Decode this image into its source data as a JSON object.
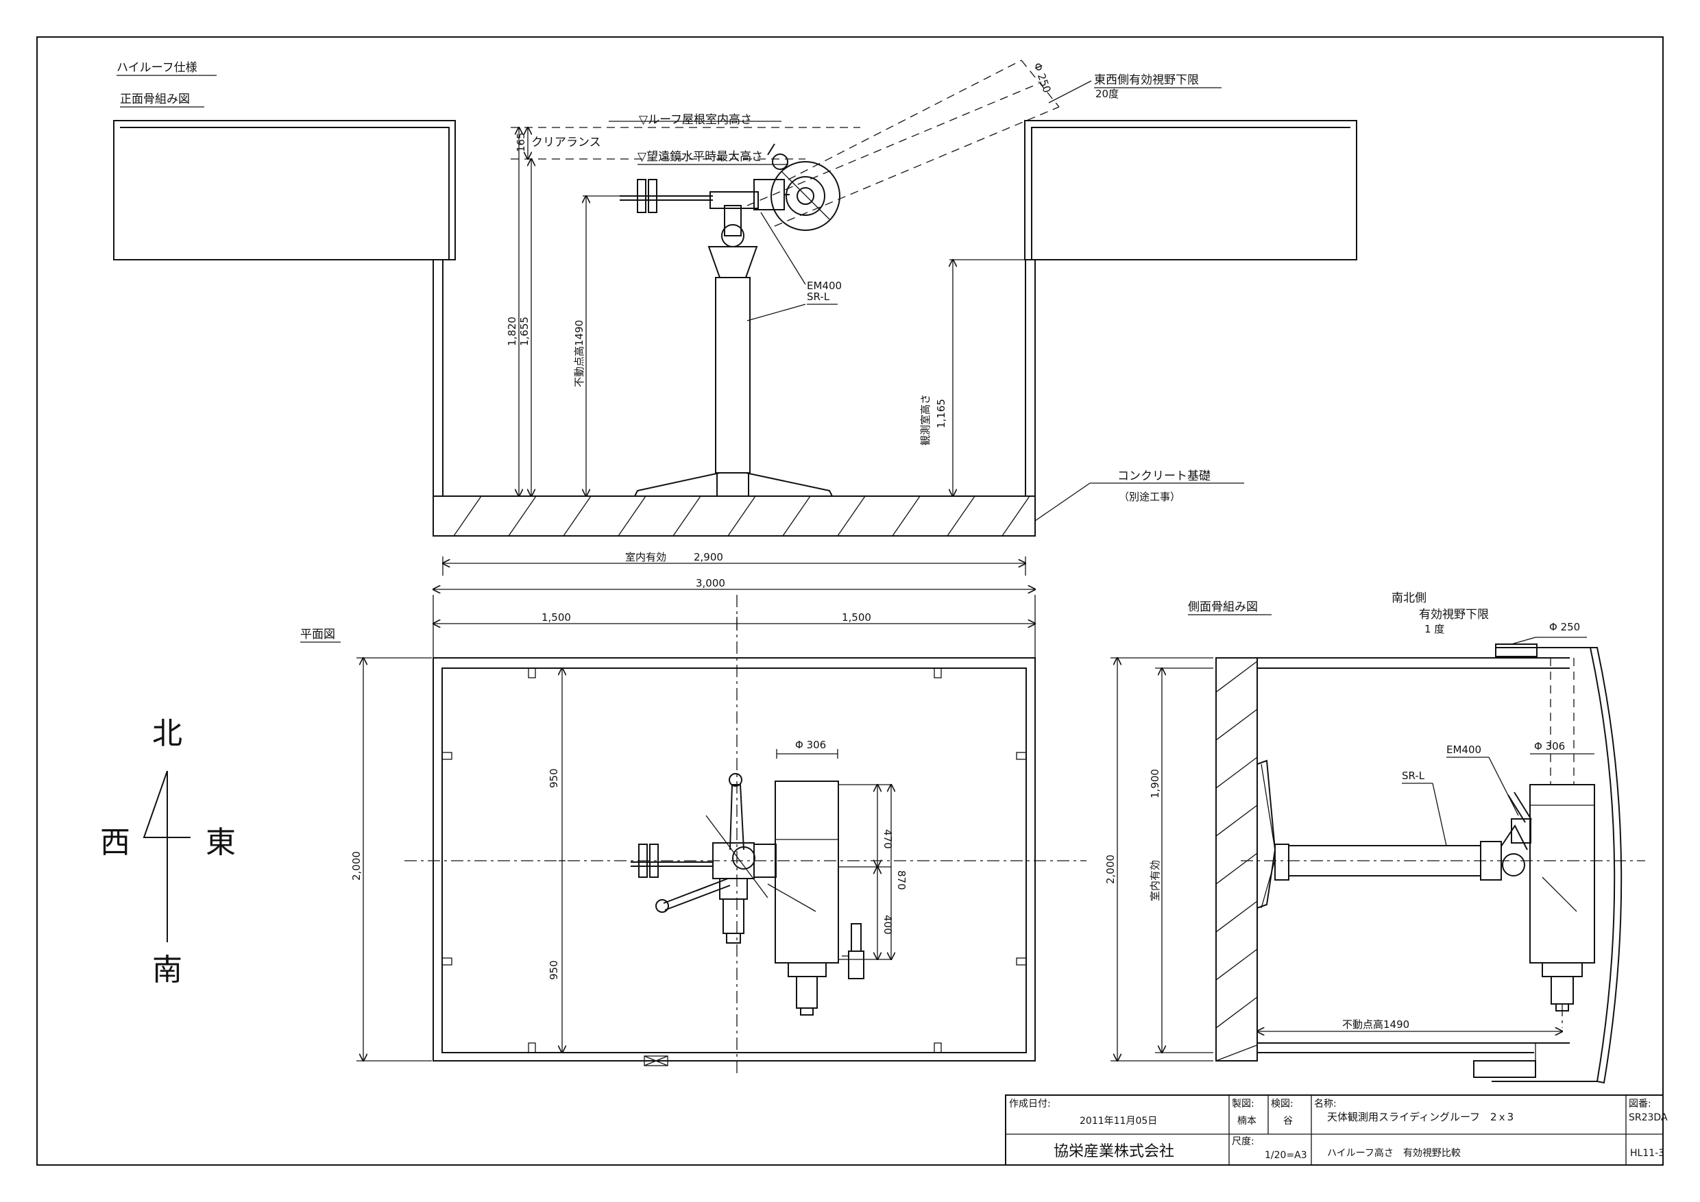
{
  "section_titles": {
    "spec": "ハイルーフ仕様",
    "front": "正面骨組み図",
    "plan": "平面図",
    "side": "側面骨組み図"
  },
  "front_labels": {
    "roof_height": "▽ルーフ屋根室内高さ",
    "clearance": "クリアランス",
    "scope_max": "▽望遠鏡水平時最大高さ",
    "dim_165": "165",
    "dim_1820": "1,820",
    "dim_1655": "1,655",
    "pivot_height": "不動点高1490",
    "obs_height": "観測室高さ",
    "dim_1165": "1,165",
    "phi_250": "Φ 250",
    "ew_limit": "東西側有効視野下限",
    "ew_deg": "20度",
    "em400": "EM400",
    "srl": "SR-L",
    "concrete": "コンクリート基礎",
    "separate": "（別途工事）",
    "inner_eff": "室内有効",
    "dim_2900": "2,900",
    "dim_3000": "3,000"
  },
  "plan_labels": {
    "dim_1500_left": "1,500",
    "dim_1500_right": "1,500",
    "phi_306": "Φ 306",
    "dim_950_top": "950",
    "dim_950_bottom": "950",
    "dim_470": "470",
    "dim_870": "870",
    "dim_400": "400",
    "dim_2000": "2,000"
  },
  "compass": {
    "north": "北",
    "south": "南",
    "west": "西",
    "east": "東"
  },
  "side_labels": {
    "ns_side": "南北側",
    "ns_limit": "有効視野下限",
    "ns_deg": "1 度",
    "phi_250": "Φ 250",
    "phi_306": "Φ 306",
    "em400": "EM400",
    "srl": "SR-L",
    "dim_2000": "2,000",
    "dim_1900": "1,900",
    "inner_eff": "室内有効",
    "pivot_height": "不動点高1490"
  },
  "title_block": {
    "created_label": "作成日付:",
    "created_date": "2011年11月05日",
    "drawn_label": "製図:",
    "drawn_name": "楠本",
    "checked_label": "検図:",
    "checked_name": "谷",
    "name_label": "名称:",
    "name_value": "天体観測用スライディングルーフ　2ｘ3",
    "dwg_no_label": "図番:",
    "dwg_no_value": "SR23DA",
    "company": "協栄産業株式会社",
    "scale_label": "尺度:",
    "scale_value": "1/20=A3",
    "subtitle": "ハイルーフ高さ　有効視野比較",
    "sheet_code": "HL11-3"
  }
}
